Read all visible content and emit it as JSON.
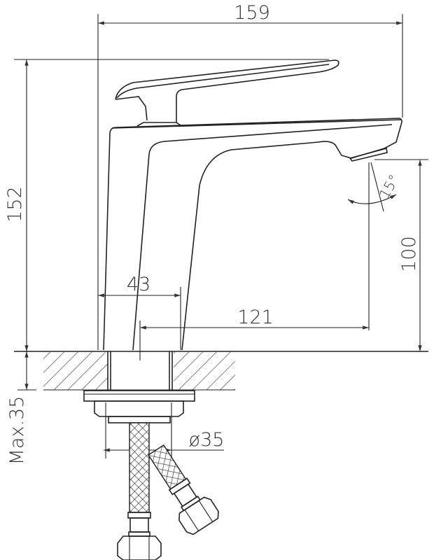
{
  "drawing": {
    "dimensions": {
      "overall_length": "159",
      "overall_height": "152",
      "spout_height": "100",
      "body_width": "43",
      "spout_reach": "121",
      "spout_angle": "15°",
      "max_deck_thickness": "Max.35",
      "hole_diameter": "ø35"
    },
    "colors": {
      "line": "#222222",
      "background": "#ffffff"
    }
  }
}
